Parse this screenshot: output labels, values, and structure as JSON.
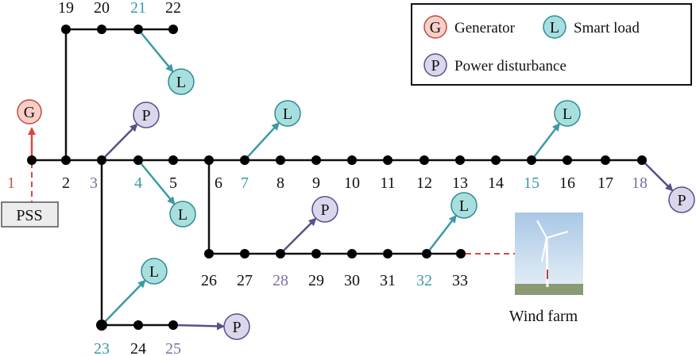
{
  "colors": {
    "line": "#101010",
    "node": "#000000",
    "black_label": "#111111",
    "teal_label": "#3a9aa6",
    "purple_label": "#7f6f9e",
    "red_label": "#d0504a",
    "load_fill": "#a7dfdf",
    "load_stroke": "#2f8c97",
    "load_arrow": "#3a9aa6",
    "dist_fill": "#dcd6ec",
    "dist_stroke": "#58508a",
    "dist_arrow": "#5a4e8e",
    "gen_fill": "#f7cfc7",
    "gen_stroke": "#c24a40",
    "gen_arrow": "#d24a40"
  },
  "legend": {
    "generator": {
      "symbol": "G",
      "label": "Generator"
    },
    "smart_load": {
      "symbol": "L",
      "label": "Smart load"
    },
    "power_disturbance": {
      "symbol": "P",
      "label": "Power disturbance"
    }
  },
  "pss_label": "PSS",
  "wind_farm_label": "Wind farm",
  "bus_labels": {
    "1": {
      "text": "1",
      "style": "red"
    },
    "2": {
      "text": "2",
      "style": "black"
    },
    "3": {
      "text": "3",
      "style": "purple"
    },
    "4": {
      "text": "4",
      "style": "teal"
    },
    "5": {
      "text": "5",
      "style": "black"
    },
    "6": {
      "text": "6",
      "style": "black"
    },
    "7": {
      "text": "7",
      "style": "teal"
    },
    "8": {
      "text": "8",
      "style": "black"
    },
    "9": {
      "text": "9",
      "style": "black"
    },
    "10": {
      "text": "10",
      "style": "black"
    },
    "11": {
      "text": "11",
      "style": "black"
    },
    "12": {
      "text": "12",
      "style": "black"
    },
    "13": {
      "text": "13",
      "style": "black"
    },
    "14": {
      "text": "14",
      "style": "black"
    },
    "15": {
      "text": "15",
      "style": "teal"
    },
    "16": {
      "text": "16",
      "style": "black"
    },
    "17": {
      "text": "17",
      "style": "black"
    },
    "18": {
      "text": "18",
      "style": "purple"
    },
    "19": {
      "text": "19",
      "style": "black"
    },
    "20": {
      "text": "20",
      "style": "black"
    },
    "21": {
      "text": "21",
      "style": "teal"
    },
    "22": {
      "text": "22",
      "style": "black"
    },
    "23": {
      "text": "23",
      "style": "teal"
    },
    "24": {
      "text": "24",
      "style": "black"
    },
    "25": {
      "text": "25",
      "style": "purple"
    },
    "26": {
      "text": "26",
      "style": "black"
    },
    "27": {
      "text": "27",
      "style": "black"
    },
    "28": {
      "text": "28",
      "style": "purple"
    },
    "29": {
      "text": "29",
      "style": "black"
    },
    "30": {
      "text": "30",
      "style": "black"
    },
    "31": {
      "text": "31",
      "style": "black"
    },
    "32": {
      "text": "32",
      "style": "teal"
    },
    "33": {
      "text": "33",
      "style": "black"
    }
  },
  "devices": {
    "gen_1": "G",
    "load_4": "L",
    "load_7": "L",
    "load_15": "L",
    "load_21": "L",
    "load_23": "L",
    "load_32": "L",
    "dist_3": "P",
    "dist_18": "P",
    "dist_25": "P",
    "dist_28": "P"
  }
}
